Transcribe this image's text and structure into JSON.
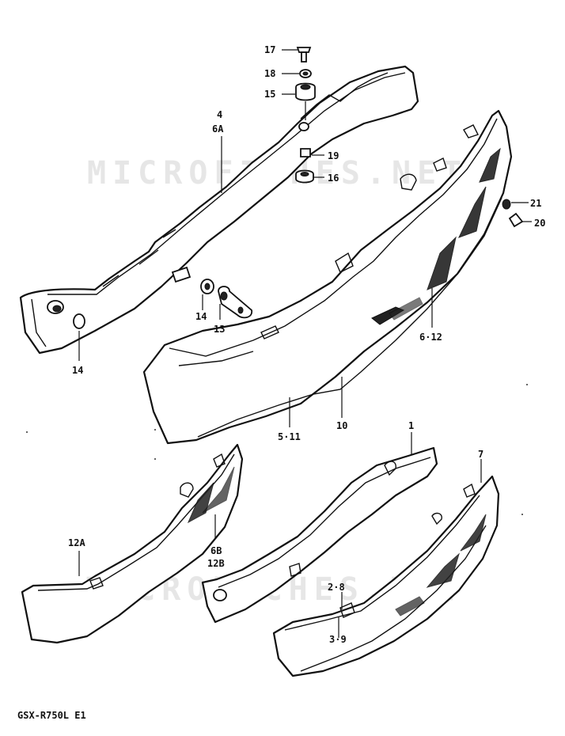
{
  "watermark": "MICROFICHES.NET",
  "footer": "GSX-R750L E1",
  "labels": {
    "p17": "17",
    "p18": "18",
    "p15": "15",
    "p4": "4",
    "p6a": "6A",
    "p19": "19",
    "p16": "16",
    "p21": "21",
    "p20": "20",
    "p14a": "14",
    "p13": "13",
    "p14b": "14",
    "p612": "6·12",
    "p10": "10",
    "p511": "5·11",
    "p1": "1",
    "p7": "7",
    "p12a": "12A",
    "p6b": "6B",
    "p12b": "12B",
    "p28": "2·8",
    "p39": "3·9"
  }
}
